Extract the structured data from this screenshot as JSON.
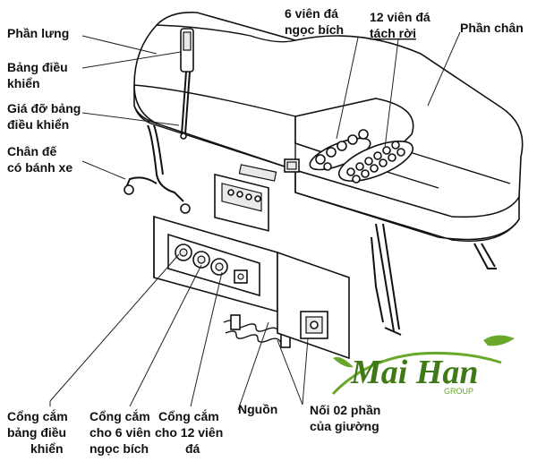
{
  "labels": {
    "phan_lung": "Phần lưng",
    "bang_dieu_khien_1": "Bảng điều",
    "bang_dieu_khien_2": "khiển",
    "gia_do_1": "Giá đỡ bảng",
    "gia_do_2": "điều khiển",
    "chan_de_1": "Chân đế",
    "chan_de_2": "có bánh xe",
    "ngoc_bich_1": "6 viên đá",
    "ngoc_bich_2": "ngọc bích",
    "tach_roi_1": "12 viên đá",
    "tach_roi_2": "tách rời",
    "phan_chan": "Phần chân",
    "cong_bang_1": "Cổng cắm",
    "cong_bang_2": "bảng điều",
    "cong_bang_3": "khiển",
    "cong_6_1": "Cổng cắm",
    "cong_6_2": "cho 6 viên",
    "cong_6_3": "ngọc bích",
    "cong_12_1": "Cổng cắm",
    "cong_12_2": "cho 12 viên",
    "cong_12_3": "đá",
    "nguon": "Nguồn",
    "noi_1": "Nối 02 phần",
    "noi_2": "của giường"
  },
  "logo": {
    "name": "Mai Han",
    "sub": "GROUP"
  },
  "colors": {
    "line": "#111111",
    "logo_green": "#6aa82c",
    "logo_dark": "#3f7a16"
  }
}
